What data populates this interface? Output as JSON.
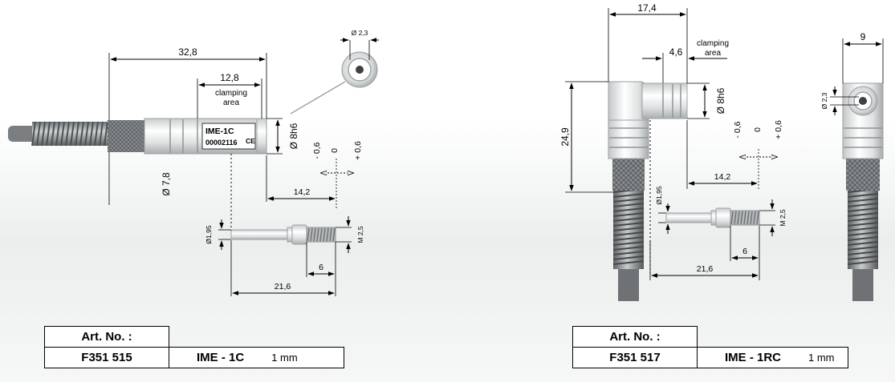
{
  "left": {
    "dims": {
      "overall_length": "32,8",
      "clamping_length": "12,8",
      "clamping_label_line1": "clamping",
      "clamping_label_line2": "area",
      "diameter_body": "Ø 8h6",
      "diameter_cable": "Ø 7,8",
      "tip_diameter": "Ø 2,3",
      "tol_minus": "- 0,6",
      "tol_zero": "0",
      "tol_plus": "+ 0,6",
      "offset": "14,2",
      "pin_diameter": "Ø1,95",
      "thread": "M 2,5",
      "thread_length": "6",
      "pin_length": "21,6"
    },
    "body_label": "IME-1C",
    "body_serial": "00002116",
    "ce_mark": "CE",
    "table": {
      "header": "Art. No. :",
      "art_no": "F351 515",
      "model": "IME - 1C",
      "size": "1 mm"
    }
  },
  "right": {
    "dims": {
      "head_width": "17,4",
      "clamping_length": "4,6",
      "clamping_label_line1": "clamping",
      "clamping_label_line2": "area",
      "diameter_body": "Ø 8h6",
      "height": "24,9",
      "tol_minus": "- 0,6",
      "tol_zero": "0",
      "tol_plus": "+ 0,6",
      "offset": "14,2",
      "pin_diameter": "Ø1,95",
      "thread": "M 2,5",
      "thread_length": "6",
      "pin_length": "21,6",
      "side_width": "9",
      "side_diameter": "Ø 2,3"
    },
    "table": {
      "header": "Art. No. :",
      "art_no": "F351 517",
      "model": "IME - 1RC",
      "size": "1 mm"
    }
  }
}
